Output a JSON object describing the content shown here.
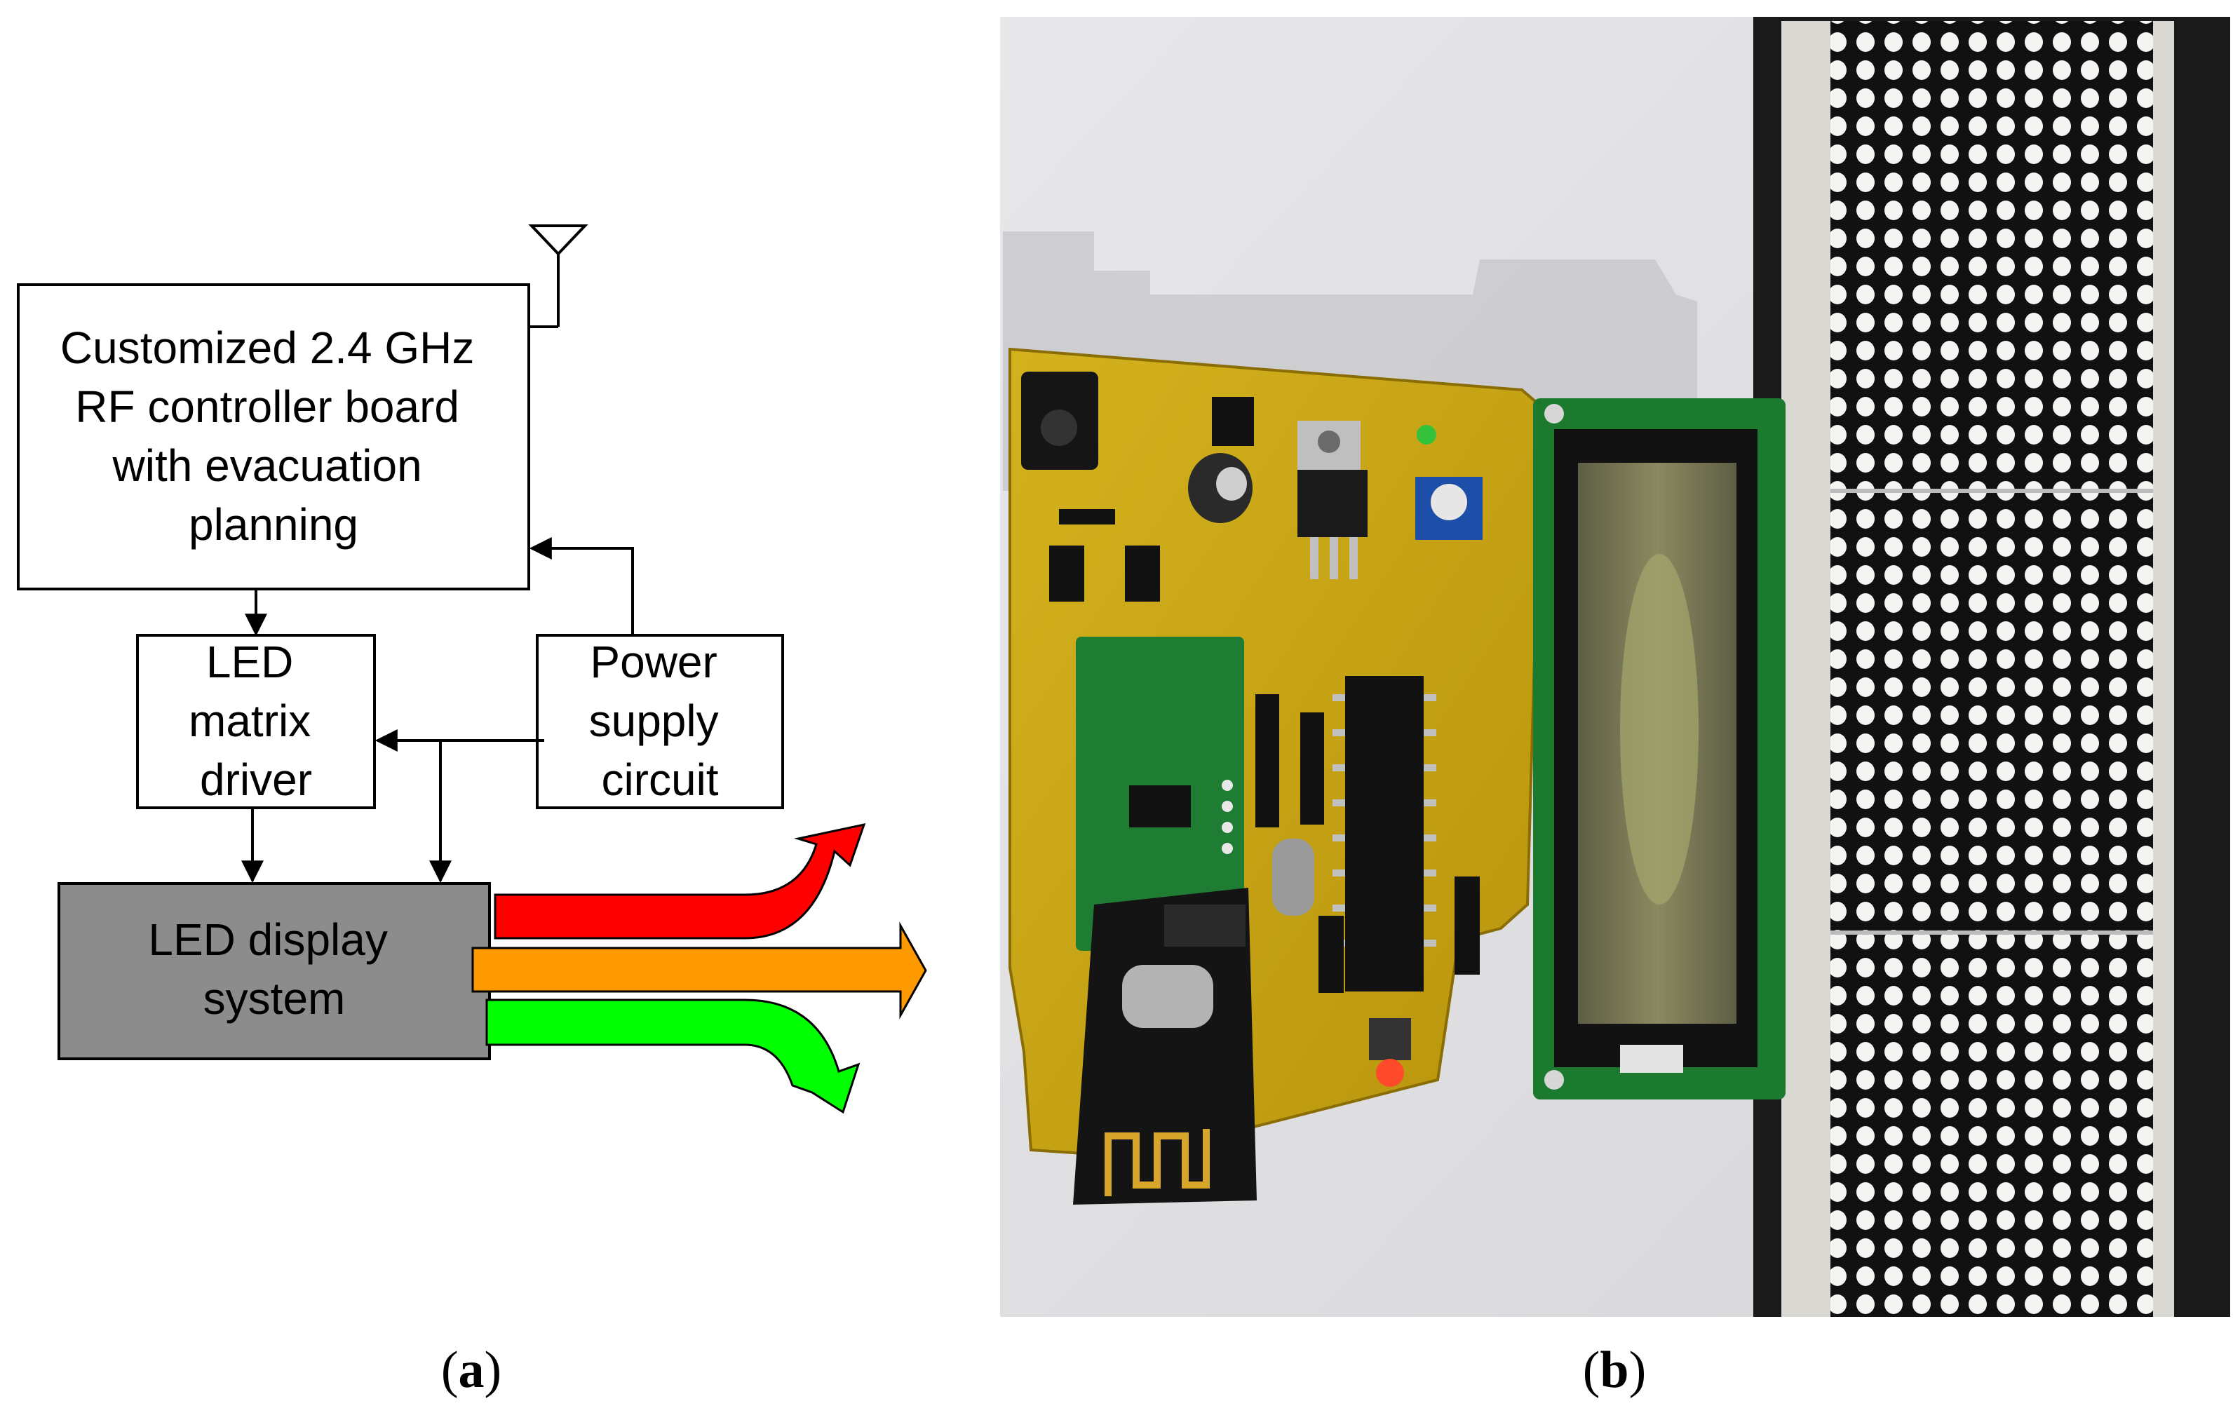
{
  "panel_a": {
    "controller_box": {
      "lines": [
        "Customized 2.4 GHz",
        "RF controller board",
        "with evacuation",
        "planning"
      ]
    },
    "driver_box": {
      "lines": [
        "LED",
        "matrix",
        "driver"
      ]
    },
    "power_box": {
      "lines": [
        "Power",
        "supply",
        "circuit"
      ]
    },
    "display_box": {
      "lines": [
        "LED display",
        "system"
      ],
      "fill_color": "#8c8c8c"
    },
    "direction_arrows": [
      {
        "name": "red-arrow-up",
        "color": "#ff0000"
      },
      {
        "name": "orange-arrow-straight",
        "color": "#ff9900"
      },
      {
        "name": "green-arrow-down",
        "color": "#00ff00"
      }
    ],
    "icons": [
      "antenna-icon"
    ]
  },
  "panel_b": {
    "photo_subjects": [
      "pcb-controller-board",
      "nrf24l01-rf-module",
      "lcd-display",
      "led-dot-matrix-panel"
    ],
    "pcb_color": "#c9a414",
    "lcd_bezel_color": "#1c7a2e"
  },
  "captions": {
    "a": {
      "open": "(",
      "letter": "a",
      "close": ")"
    },
    "b": {
      "open": "(",
      "letter": "b",
      "close": ")"
    }
  }
}
